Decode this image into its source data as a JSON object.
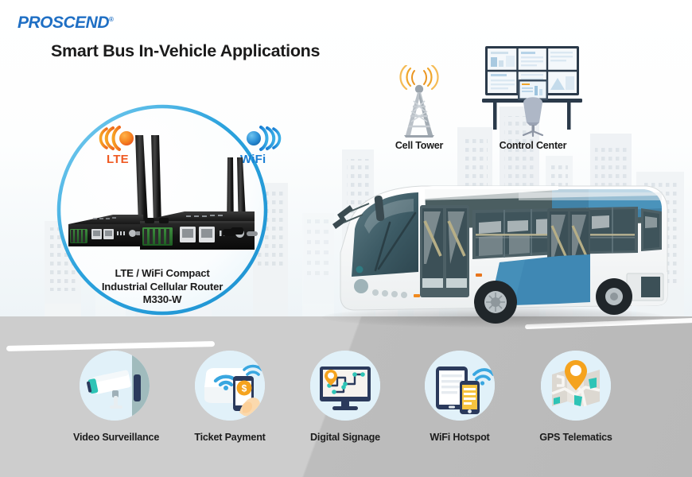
{
  "brand": {
    "logo_text": "PROSCEND",
    "logo_mark": "®",
    "logo_color": "#1f6fc4"
  },
  "header": {
    "title": "Smart Bus In-Vehicle Applications"
  },
  "product": {
    "signals": [
      {
        "id": "lte",
        "label": "LTE",
        "color": "#ef5a22"
      },
      {
        "id": "wifi",
        "label": "WiFi",
        "color": "#1a7fd4"
      }
    ],
    "caption_line1": "LTE / WiFi Compact",
    "caption_line2": "Industrial Cellular Router",
    "caption_line3": "M330-W",
    "ring_color": "#2ba2dd"
  },
  "network_nodes": [
    {
      "id": "cell-tower",
      "label": "Cell Tower"
    },
    {
      "id": "control-center",
      "label": "Control Center"
    }
  ],
  "applications": [
    {
      "id": "video-surveillance",
      "label": "Video Surveillance",
      "icon": "security-camera-icon"
    },
    {
      "id": "ticket-payment",
      "label": "Ticket Payment",
      "icon": "nfc-payment-icon"
    },
    {
      "id": "digital-signage",
      "label": "Digital Signage",
      "icon": "monitor-route-map-icon"
    },
    {
      "id": "wifi-hotspot",
      "label": "WiFi Hotspot",
      "icon": "tablet-phone-wifi-icon"
    },
    {
      "id": "gps-telematics",
      "label": "GPS Telematics",
      "icon": "folded-map-pin-icon"
    }
  ],
  "palette": {
    "accent_blue": "#2ba2dd",
    "orange": "#f5a31e",
    "teal": "#2ec4b6",
    "navy": "#2b3a5c",
    "ground_gray": "#c9c9c9",
    "bus_blue": "#3f88b4",
    "bus_dark": "#46595c"
  }
}
